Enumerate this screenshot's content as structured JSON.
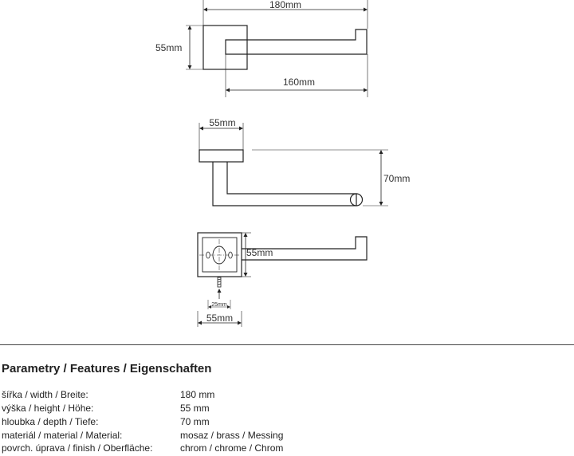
{
  "dimensions": {
    "top_overall_width": "180mm",
    "top_height": "55mm",
    "top_arm_length": "160mm",
    "side_plate_width": "55mm",
    "side_depth": "70mm",
    "front_plate_height": "55mm",
    "front_hole_spacing": "25mm",
    "front_plate_width": "55mm"
  },
  "specs": {
    "title": "Parametry / Features / Eigenschaften",
    "rows": [
      {
        "label": "šířka / width / Breite:",
        "value": "180 mm"
      },
      {
        "label": "výška / height / Höhe:",
        "value": "55 mm"
      },
      {
        "label": "hloubka / depth / Tiefe:",
        "value": "70 mm"
      },
      {
        "label": "materiál / material / Material:",
        "value": "mosaz / brass / Messing"
      },
      {
        "label": "povrch. úprava / finish / Oberfläche:",
        "value": "chrom / chrome / Chrom"
      }
    ]
  }
}
